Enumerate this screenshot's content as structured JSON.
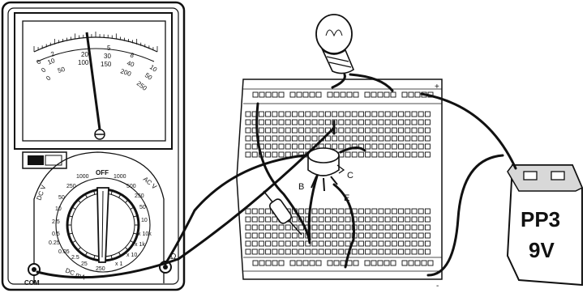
{
  "meter": {
    "scale_row_1": [
      "2",
      "5",
      "8",
      "10"
    ],
    "scale_row_2": [
      "10",
      "20",
      "30",
      "40",
      "50"
    ],
    "scale_row_3": [
      "0",
      "50",
      "100",
      "150",
      "200",
      "250"
    ],
    "zero_labels": [
      "0",
      "0",
      "0"
    ],
    "dial": {
      "off": "OFF",
      "dcv": "DC V",
      "acv": "AC V",
      "dcma": "DC mA",
      "left_values": [
        "1000",
        "250",
        "50",
        "10",
        "2.5",
        "0.5",
        "0.25",
        "0.05"
      ],
      "bottom_values": [
        "2.5",
        "25",
        "250"
      ],
      "right_values": [
        "1000",
        "500",
        "250",
        "50",
        "10",
        "x 10k",
        "x 1k",
        "x 10",
        "x 1"
      ],
      "ohm_symbol": "Ω"
    },
    "com_label": "COM"
  },
  "breadboard": {
    "plus_label": "+",
    "minus_label": "-"
  },
  "transistor": {
    "base_label": "B",
    "collector_label": "C",
    "emitter_label": "E"
  },
  "battery": {
    "line1": "PP3",
    "line2": "9V"
  },
  "colors": {
    "ink": "#111111",
    "paper": "#ffffff",
    "shade": "#d8d8d8"
  }
}
